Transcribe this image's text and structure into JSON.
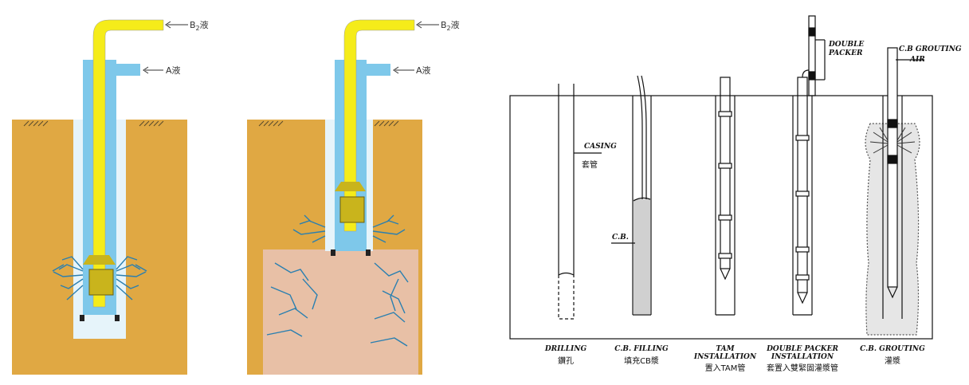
{
  "panel_left": {
    "label_b": "B",
    "label_b_sub": "2",
    "label_b_suffix": "液",
    "label_a": "A液"
  },
  "panel_middle": {
    "label_b": "B",
    "label_b_sub": "2",
    "label_b_suffix": "液",
    "label_a": "A液"
  },
  "panel_right": {
    "casing_label": "CASING",
    "casing_cjk": "套管",
    "cb_label": "C.B.",
    "double_packer_l1": "DOUBLE",
    "double_packer_l2": "PACKER",
    "grouting_air_l1": "C.B GROUTING",
    "grouting_air_l2": "AIR",
    "steps": [
      {
        "en1": "DRILLING",
        "en2": "",
        "cjk": "鑽孔"
      },
      {
        "en1": "C.B. FILLING",
        "en2": "",
        "cjk": "填充CB漿"
      },
      {
        "en1": "TAM",
        "en2": "INSTALLATION",
        "cjk": "置入TAM管"
      },
      {
        "en1": "DOUBLE PACKER",
        "en2": "INSTALLATION",
        "cjk": "套置入雙緊固灌漿管"
      },
      {
        "en1": "C.B. GROUTING",
        "en2": "",
        "cjk": "灌漿"
      }
    ]
  },
  "colors": {
    "soil": "#e0a843",
    "hole": "#e6f4fa",
    "fluid": "#7ec8ea",
    "pipe": "#f5ec1a",
    "packer": "#c9b41c",
    "crack": "#2a7fb0",
    "grouted_zone": "#e8c0a6"
  }
}
